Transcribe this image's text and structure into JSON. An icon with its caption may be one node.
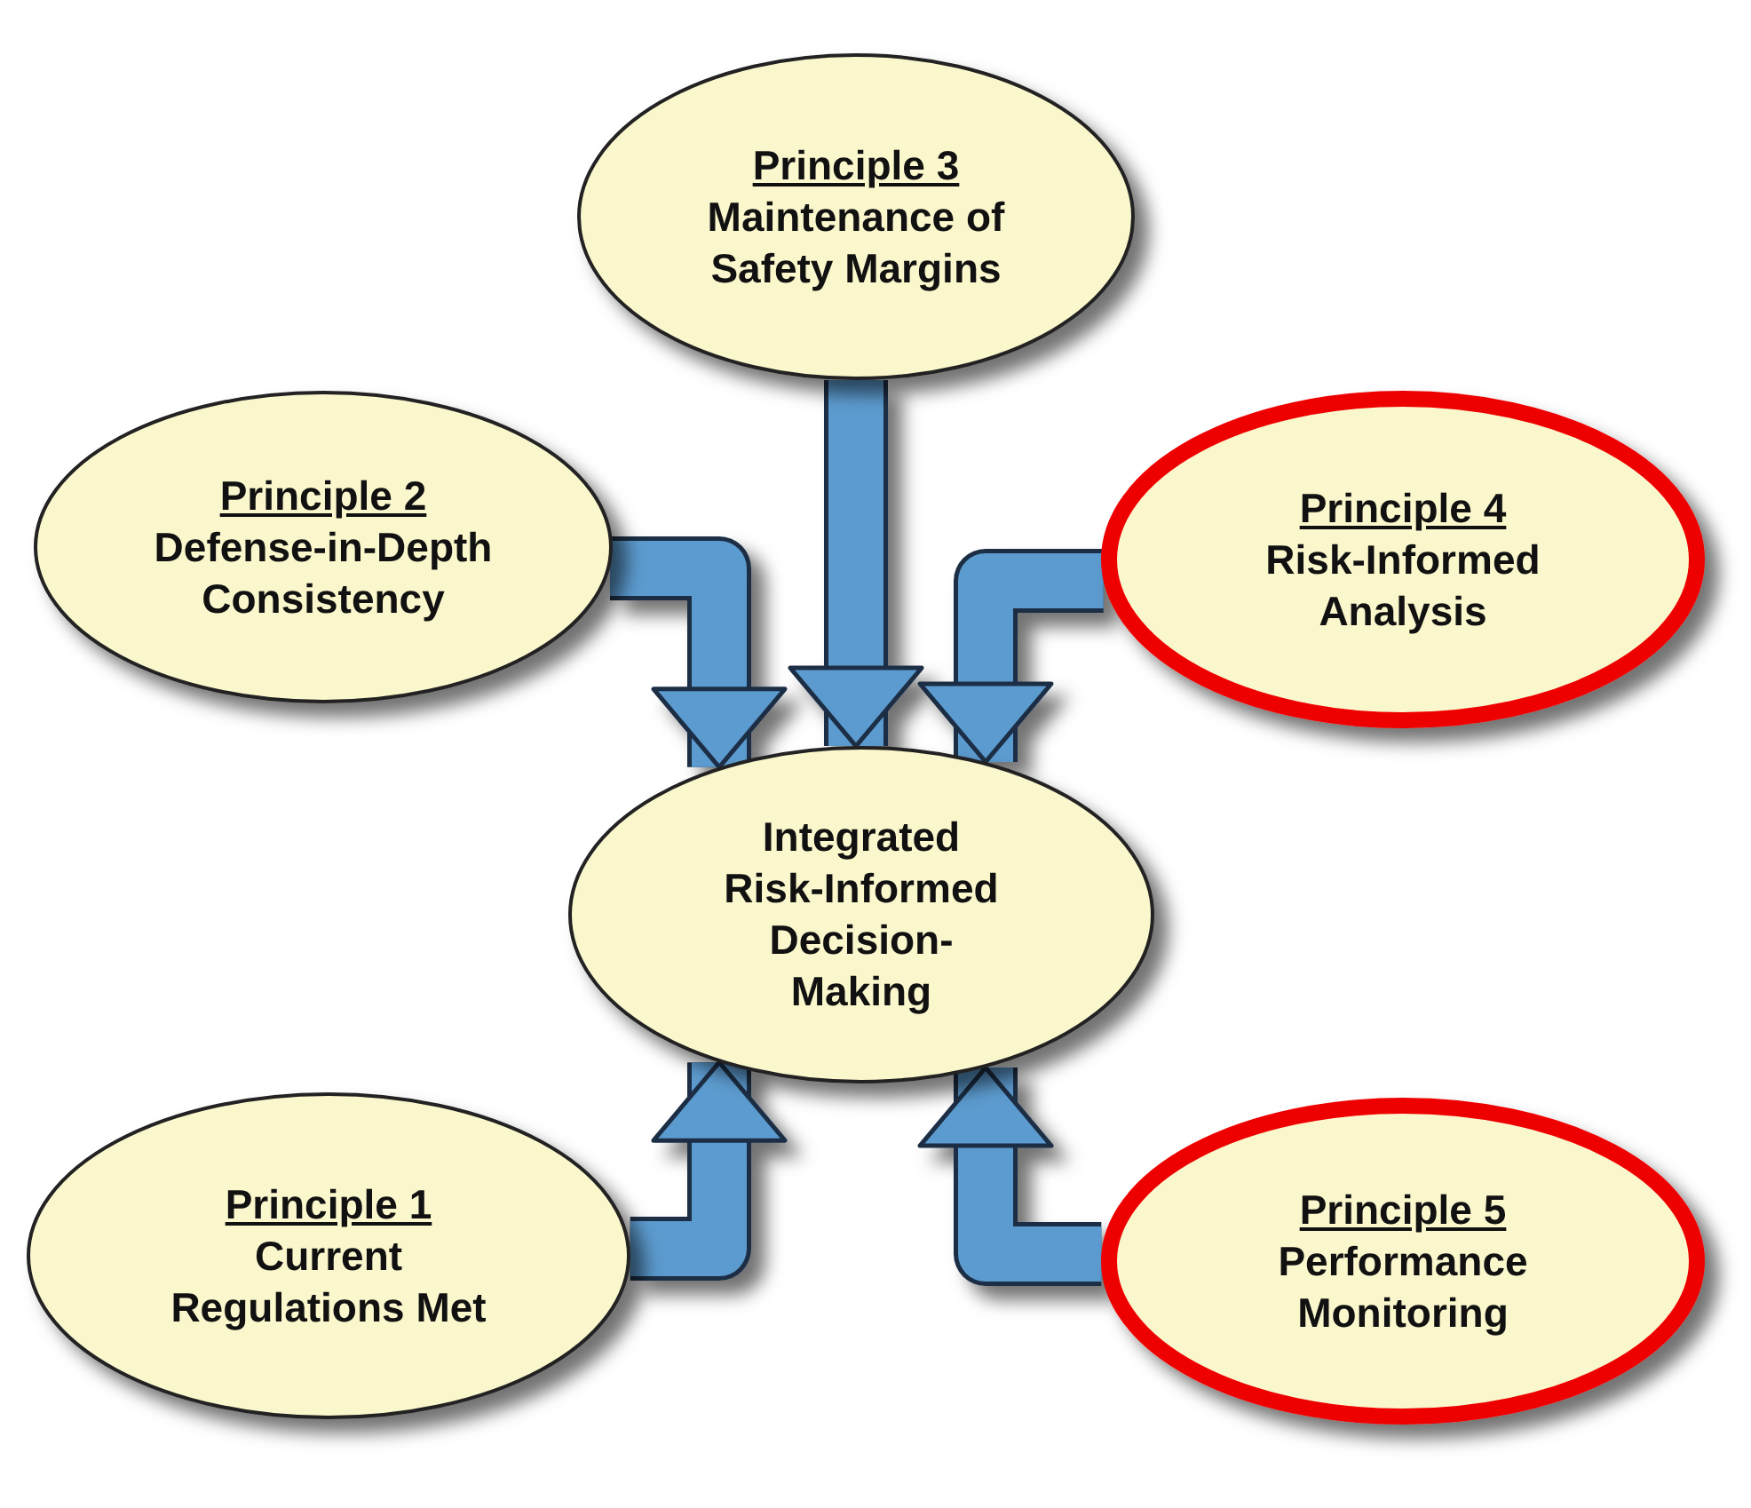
{
  "diagram": {
    "nodes": [
      {
        "text": [
          "Principle 3",
          "Maintenance of Safety Margins"
        ]
      },
      {
        "text": [
          "Principle 2",
          "Defense-in-Depth Consistency"
        ]
      },
      {
        "text": [
          "Principle 4",
          "Risk-Informed Analysis"
        ]
      },
      {
        "text": [
          "Integrated Risk-Informed Decision-Making"
        ]
      },
      {
        "text": [
          "Principle 1",
          "Current Regulations Met"
        ]
      },
      {
        "text": [
          "Principle 5",
          "Performance Monitoring"
        ]
      }
    ],
    "edges": [
      {
        "from": 0,
        "to": 3,
        "arrow": "to"
      },
      {
        "from": 1,
        "to": 3,
        "arrow": "to"
      },
      {
        "from": 2,
        "to": 3,
        "arrow": "to"
      },
      {
        "from": 4,
        "to": 3,
        "arrow": "to"
      },
      {
        "from": 5,
        "to": 3,
        "arrow": "to"
      }
    ]
  }
}
